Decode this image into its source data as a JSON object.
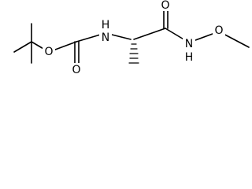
{
  "structure": {
    "atoms": [
      {
        "id": "o_ester",
        "label": "O"
      },
      {
        "id": "n_carbamate",
        "label": "H\nN"
      },
      {
        "id": "o_carbamate_carbonyl",
        "label": "O"
      },
      {
        "id": "o_amide_carbonyl",
        "label": "O"
      },
      {
        "id": "n_amide",
        "label": "N\nH"
      },
      {
        "id": "o_methoxy",
        "label": "O"
      }
    ],
    "colors": {
      "bond": "#000000",
      "label": "#000000",
      "background": "#ffffff"
    }
  }
}
